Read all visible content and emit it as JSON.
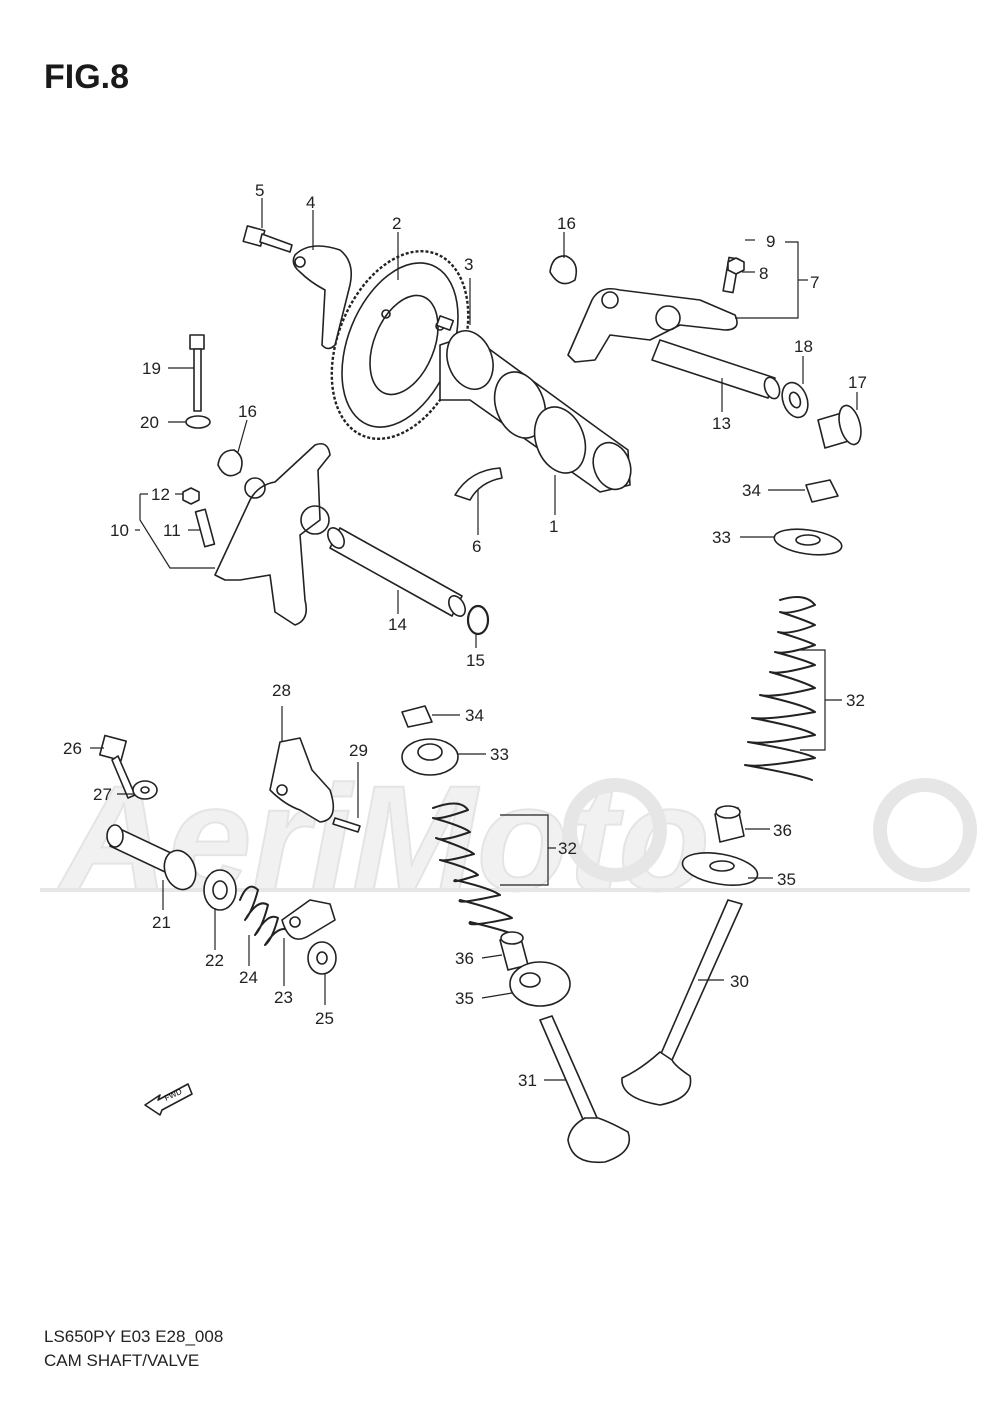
{
  "figure_title": "FIG.8",
  "watermark_text": "AeriMoto",
  "fwd_label": "FWD",
  "footer": {
    "model_code": "LS650PY E03 E28_008",
    "section_name": "CAM SHAFT/VALVE"
  },
  "callouts": {
    "c1": "1",
    "c2": "2",
    "c3": "3",
    "c4": "4",
    "c5": "5",
    "c6": "6",
    "c7": "7",
    "c8": "8",
    "c9": "9",
    "c10": "10",
    "c11": "11",
    "c12": "12",
    "c13": "13",
    "c14": "14",
    "c15": "15",
    "c16a": "16",
    "c16b": "16",
    "c17": "17",
    "c18": "18",
    "c19": "19",
    "c20": "20",
    "c21": "21",
    "c22": "22",
    "c23": "23",
    "c24": "24",
    "c25": "25",
    "c26": "26",
    "c27": "27",
    "c28": "28",
    "c29": "29",
    "c30": "30",
    "c31": "31",
    "c32a": "32",
    "c32b": "32",
    "c33a": "33",
    "c33b": "33",
    "c34a": "34",
    "c34b": "34",
    "c35a": "35",
    "c35b": "35",
    "c36a": "36",
    "c36b": "36"
  },
  "colors": {
    "line": "#222222",
    "watermark": "#e6e6e6",
    "background": "#ffffff"
  }
}
